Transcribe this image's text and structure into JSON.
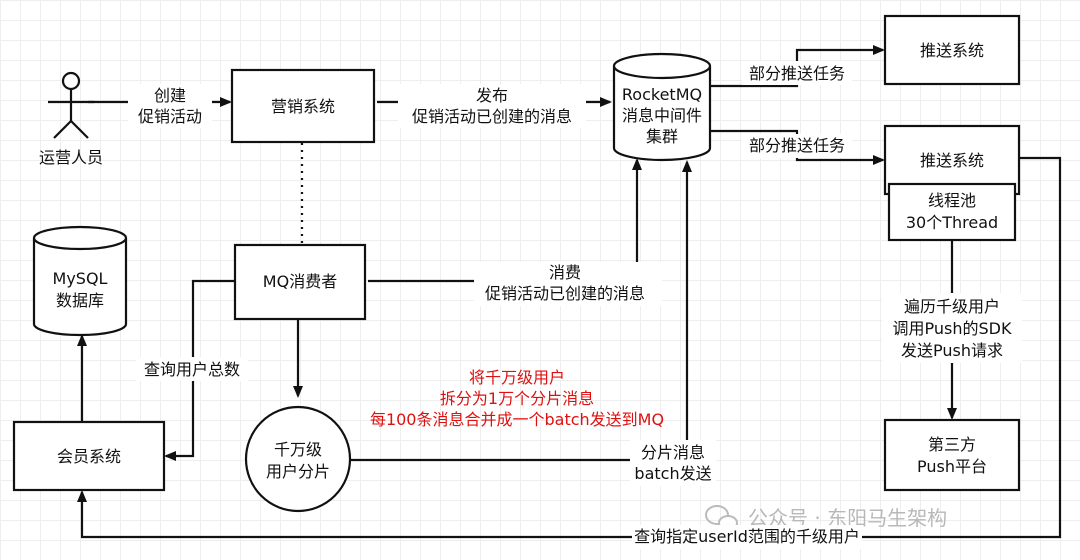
{
  "actor": {
    "label": "运营人员"
  },
  "nodes": {
    "marketing": "营销系统",
    "mq_consumer": "MQ消费者",
    "member": "会员系统",
    "rocketmq": [
      "RocketMQ",
      "消息中间件",
      "集群"
    ],
    "mysql": [
      "MySQL",
      "数据库"
    ],
    "shards": [
      "千万级",
      "用户分片"
    ],
    "push_a": "推送系统",
    "push_b": "推送系统",
    "thread_pool": [
      "线程池",
      "30个Thread"
    ],
    "third_party": [
      "第三方",
      "Push平台"
    ]
  },
  "edges": {
    "create": [
      "创建",
      "促销活动"
    ],
    "publish": [
      "发布",
      "促销活动已创建的消息"
    ],
    "consume": [
      "消费",
      "促销活动已创建的消息"
    ],
    "query_total": "查询用户总数",
    "shard_send": [
      "分片消息",
      "batch发送"
    ],
    "partial_task_1": "部分推送任务",
    "partial_task_2": "部分推送任务",
    "push_steps": [
      "遍历千级用户",
      "调用Push的SDK",
      "发送Push请求"
    ],
    "query_range": "查询指定userId范围的千级用户"
  },
  "note": [
    "将千万级用户",
    "拆分为1万个分片消息",
    "每100条消息合并成一个batch发送到MQ"
  ],
  "watermark": "公众号 · 东阳马生架构",
  "colors": {
    "note": "#e01010",
    "stroke": "#111111"
  }
}
